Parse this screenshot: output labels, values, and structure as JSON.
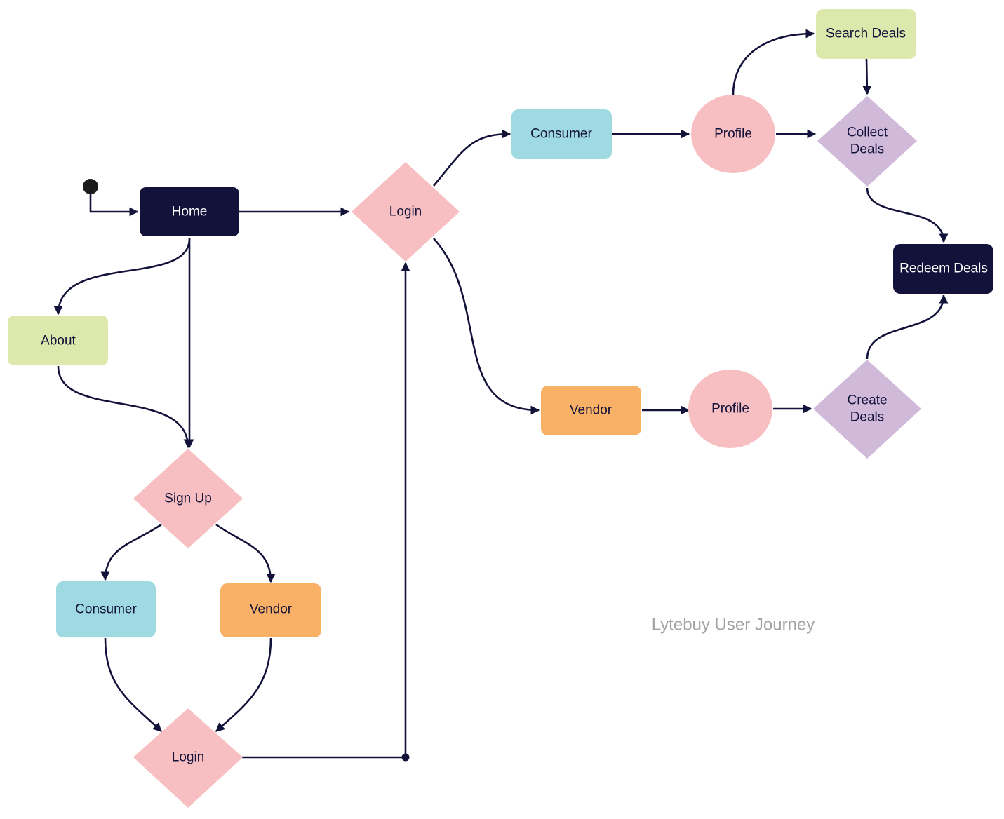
{
  "colors": {
    "dark": "#12123a",
    "green": "#dde8ad",
    "pink": "#f7bfc1",
    "cyan": "#9fd9e2",
    "orange": "#f9b167",
    "purple": "#d1b9da",
    "caption": "#a3a3a3"
  },
  "caption": "Lytebuy User Journey",
  "nodes": {
    "home": "Home",
    "about": "About",
    "sign_up": "Sign Up",
    "signup_consumer": "Consumer",
    "signup_vendor": "Vendor",
    "login_bottom": "Login",
    "login_main": "Login",
    "consumer": "Consumer",
    "vendor": "Vendor",
    "consumer_profile": "Profile",
    "vendor_profile": "Profile",
    "search_deals": "Search Deals",
    "collect_deals": [
      "Collect",
      "Deals"
    ],
    "create_deals": [
      "Create",
      "Deals"
    ],
    "redeem_deals": "Redeem Deals"
  }
}
